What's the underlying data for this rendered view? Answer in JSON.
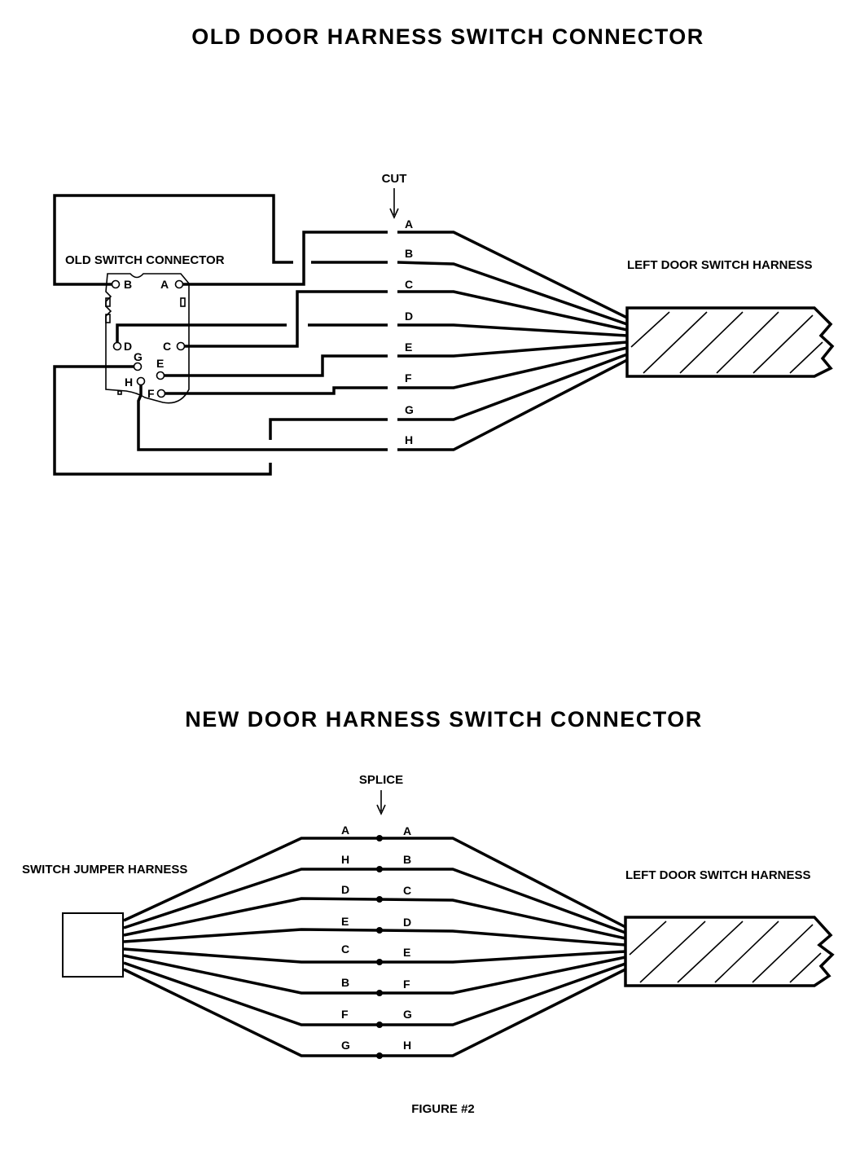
{
  "old_section": {
    "title": "OLD DOOR HARNESS SWITCH CONNECTOR",
    "cut_label": "CUT",
    "switch_connector_label": "OLD SWITCH CONNECTOR",
    "harness_label": "LEFT DOOR SWITCH HARNESS",
    "wire_labels": [
      "A",
      "B",
      "C",
      "D",
      "E",
      "F",
      "G",
      "H"
    ],
    "connector_pins": [
      "A",
      "B",
      "C",
      "D",
      "E",
      "F",
      "G",
      "H"
    ]
  },
  "new_section": {
    "title": "NEW DOOR HARNESS SWITCH CONNECTOR",
    "splice_label": "SPLICE",
    "jumper_label": "SWITCH JUMPER HARNESS",
    "harness_label": "LEFT DOOR SWITCH HARNESS",
    "jumper_wire_labels": [
      "A",
      "H",
      "D",
      "E",
      "C",
      "B",
      "F",
      "G"
    ],
    "harness_wire_labels": [
      "A",
      "B",
      "C",
      "D",
      "E",
      "F",
      "G",
      "H"
    ]
  },
  "figure_caption": "FIGURE #2"
}
